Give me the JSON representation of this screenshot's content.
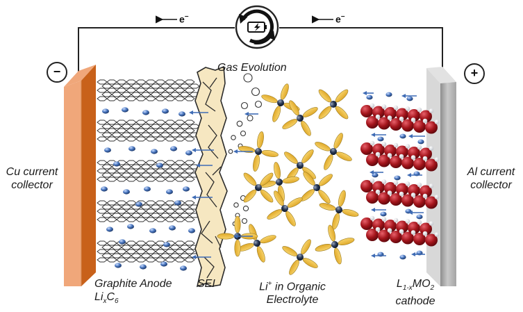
{
  "electron_flow": {
    "left": "← e⁻",
    "right": "← e⁻"
  },
  "terminals": {
    "negative": "−",
    "positive": "+"
  },
  "labels": {
    "gas_evolution": "Gas Evolution",
    "cu_collector": [
      "Cu current",
      "collector"
    ],
    "al_collector": [
      "Al current",
      "collector"
    ],
    "graphite_anode": "Graphite Anode",
    "anode_formula": {
      "a": "Li",
      "x": "x",
      "b": "C",
      "n": "6"
    },
    "sei": "SEI",
    "electrolyte": {
      "li": "Li",
      "sup": "+",
      "rest": " in Organic",
      "line2": "Electrolyte"
    },
    "cathode": {
      "a": "L",
      "sub": "1-x",
      "b": "MO",
      "n": "2",
      "line2": "cathode"
    }
  },
  "colors": {
    "copper": "#c8611a",
    "copper_light": "#f0a77a",
    "aluminum": "#bdbdbd",
    "sei": "#f6e7c1",
    "solvent": "#f2c040",
    "li_ion": "#3e6fb8",
    "metal_oxide": "#a3141b",
    "arrow": "#3f6cb5"
  },
  "icons": [
    "battery-charge-cycle-icon"
  ]
}
